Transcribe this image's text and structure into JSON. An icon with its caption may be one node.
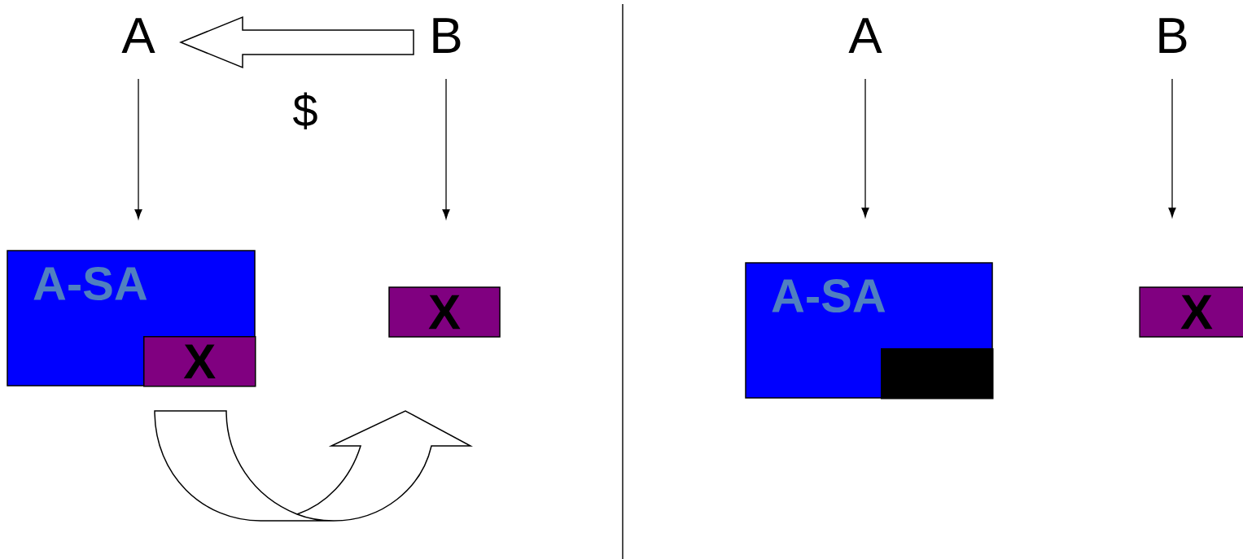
{
  "diagram": {
    "nodes": [
      {
        "text": [
          "A"
        ]
      },
      {
        "text": [
          "B"
        ]
      },
      {
        "text": [
          "A-SA"
        ]
      },
      {
        "text": [
          "X"
        ],
        "in": 2
      },
      {
        "text": [
          "X"
        ]
      },
      {
        "text": [
          "A"
        ]
      },
      {
        "text": [
          "B"
        ]
      },
      {
        "text": [
          "A-SA"
        ]
      },
      {
        "text": [],
        "shape": "box",
        "in": 7
      },
      {
        "text": [
          "X"
        ]
      }
    ],
    "edges": [
      {
        "from": 1,
        "to": 0,
        "arrow": "to",
        "label": "$",
        "style": "thick"
      },
      {
        "from": 0,
        "to": 2,
        "arrow": "to"
      },
      {
        "from": 1,
        "to": 4,
        "arrow": "to"
      },
      {
        "from": 5,
        "to": 7,
        "arrow": "to"
      },
      {
        "from": 6,
        "to": 9,
        "arrow": "to"
      }
    ]
  }
}
